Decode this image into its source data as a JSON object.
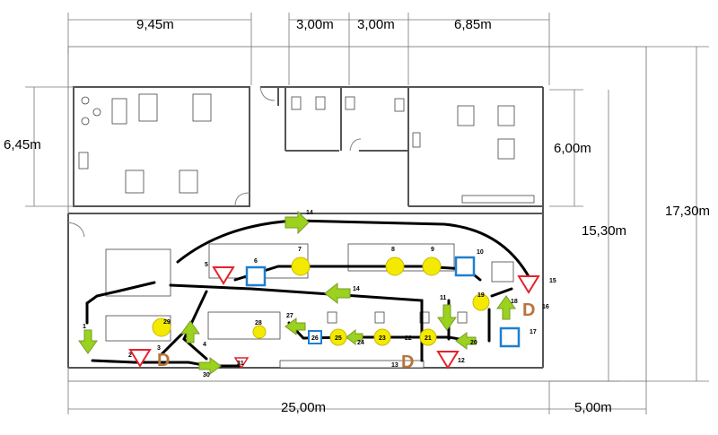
{
  "dimensions": {
    "top": [
      "9,45m",
      "3,00m",
      "3,00m",
      "6,85m"
    ],
    "left": "6,45m",
    "right_inner_upper": "6,00m",
    "right_inner_lower": "15,30m",
    "right_outer": "17,30m",
    "bottom_main": "25,00m",
    "bottom_side": "5,00m"
  },
  "stations": {
    "s1": "1",
    "s2": "2",
    "s3": "3",
    "s4": "4",
    "s5": "5",
    "s6": "6",
    "s7": "7",
    "s8": "8",
    "s9": "9",
    "s10": "10",
    "s11": "11",
    "s12": "12",
    "s13": "13",
    "s14a": "14",
    "s14b": "14",
    "s15": "15",
    "s16": "16",
    "s17": "17",
    "s18": "18",
    "s19": "19",
    "s20": "20",
    "s21": "21",
    "s22": "22",
    "s23": "23",
    "s24": "24",
    "s25": "25",
    "s26": "26",
    "s27": "27",
    "s28": "28",
    "s29": "29",
    "s30": "30",
    "s31": "31"
  },
  "symbols": {
    "delay_letter": "D"
  },
  "colors": {
    "operation": "#f4ea00",
    "inspection": "#1e7fd0",
    "storage": "#e8202a",
    "transport": "#9ad21e",
    "delay": "#b8743a",
    "path": "#000000"
  }
}
